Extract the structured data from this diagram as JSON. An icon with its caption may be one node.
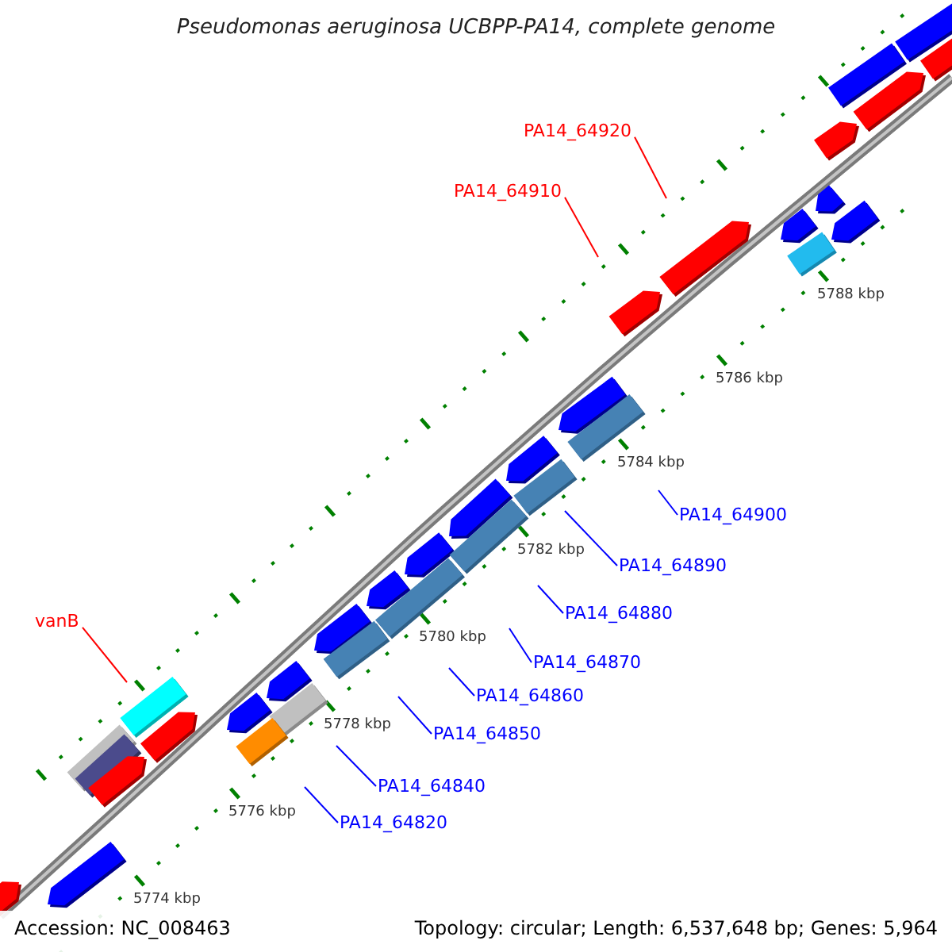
{
  "diagram": {
    "title": "Pseudomonas aeruginosa UCBPP-PA14, complete genome",
    "nodes": [
      {
        "text": [
          "PA14_64920"
        ]
      },
      {
        "text": [
          "PA14_64910"
        ]
      },
      {
        "text": [
          "vanB"
        ]
      },
      {
        "text": [
          "PA14_64900"
        ]
      },
      {
        "text": [
          "PA14_64890"
        ]
      },
      {
        "text": [
          "PA14_64880"
        ]
      },
      {
        "text": [
          "PA14_64870"
        ]
      },
      {
        "text": [
          "PA14_64860"
        ]
      },
      {
        "text": [
          "PA14_64850"
        ]
      },
      {
        "text": [
          "PA14_64840"
        ]
      },
      {
        "text": [
          "PA14_64820"
        ]
      }
    ],
    "edges": [
      {
        "from": 0,
        "to": null,
        "arrow": "none",
        "color": "#ff0000"
      },
      {
        "from": 1,
        "to": null,
        "arrow": "none",
        "color": "#ff0000"
      },
      {
        "from": 2,
        "to": null,
        "arrow": "none",
        "color": "#ff0000"
      },
      {
        "from": 3,
        "to": null,
        "arrow": "none"
      },
      {
        "from": 4,
        "to": null,
        "arrow": "none"
      },
      {
        "from": 5,
        "to": null,
        "arrow": "none"
      },
      {
        "from": 6,
        "to": null,
        "arrow": "none"
      },
      {
        "from": 7,
        "to": null,
        "arrow": "none"
      },
      {
        "from": 8,
        "to": null,
        "arrow": "none"
      },
      {
        "from": 9,
        "to": null,
        "arrow": "none"
      },
      {
        "from": 10,
        "to": null,
        "arrow": "none"
      }
    ],
    "labels": [
      "5788 kbp",
      "5786 kbp",
      "5784 kbp",
      "5782 kbp",
      "5780 kbp",
      "5778 kbp",
      "5776 kbp",
      "5774 kbp",
      "Accession: NC_008463",
      "Topology: circular; Length: 6,537,648 bp; Genes: 5,964"
    ]
  }
}
